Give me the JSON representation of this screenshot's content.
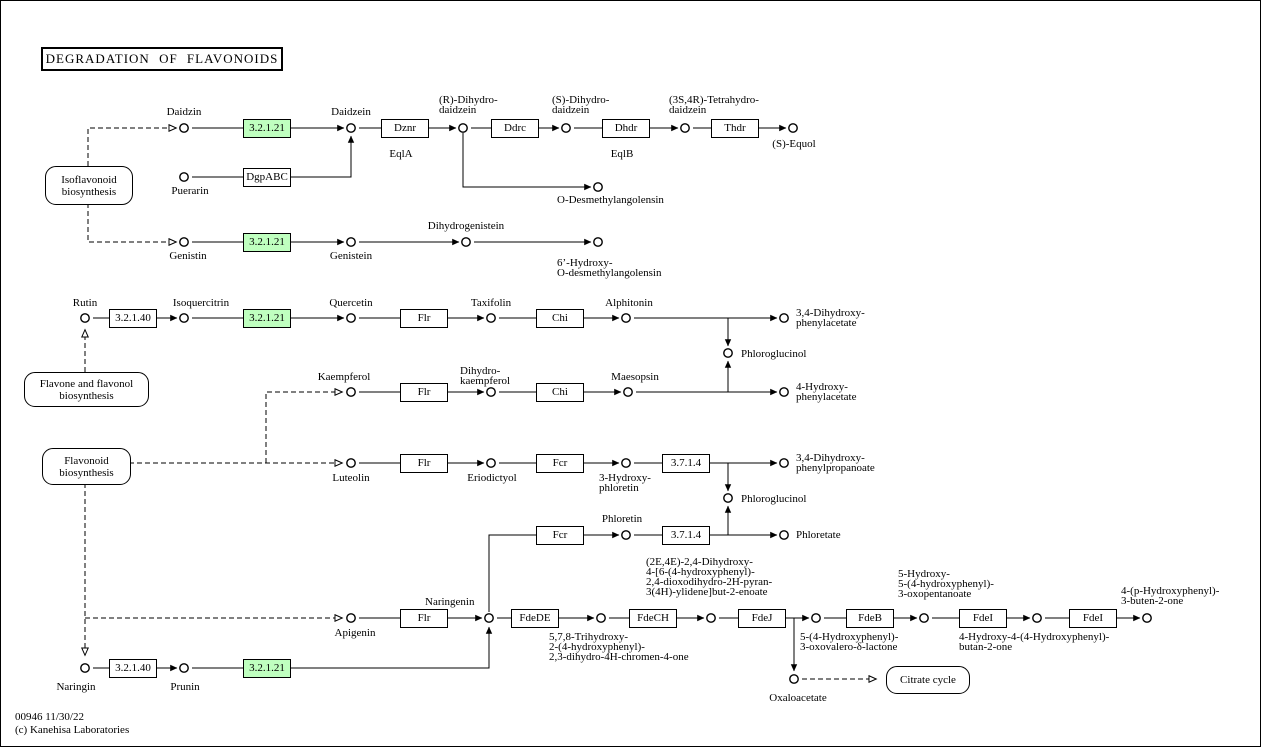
{
  "title": "DEGRADATION OF FLAVONOIDS",
  "footer": {
    "map_id": "00946 11/30/22",
    "copyright": "(c) Kanehisa Laboratories"
  },
  "colors": {
    "enzyme_highlight": "#bfffbf",
    "line": "#000000",
    "background": "#ffffff"
  },
  "pathways": {
    "isoflavonoid": "Isoflavonoid\nbiosynthesis",
    "flavone_flavonol": "Flavone and flavonol\nbiosynthesis",
    "flavonoid": "Flavonoid\nbiosynthesis",
    "citrate_cycle": "Citrate cycle"
  },
  "enzymes": {
    "ec32121": "3.2.1.21",
    "ec32140": "3.2.1.40",
    "dznr": "Dznr",
    "eqla": "EqlA",
    "dgpabc": "DgpABC",
    "ddrc": "Ddrc",
    "dhdr": "Dhdr",
    "eqlb": "EqlB",
    "thdr": "Thdr",
    "flr": "Flr",
    "chi": "Chi",
    "fcr": "Fcr",
    "ec3714": "3.7.1.4",
    "fdede": "FdeDE",
    "fdech": "FdeCH",
    "fdej": "FdeJ",
    "fdeb": "FdeB",
    "fdei": "FdeI"
  },
  "compounds": {
    "daidzin": "Daidzin",
    "daidzein": "Daidzein",
    "r_dihydrodaidzein": "(R)-Dihydro-\ndaidzein",
    "s_dihydrodaidzein": "(S)-Dihydro-\ndaidzein",
    "tetrahydrodaidzein": "(3S,4R)-Tetrahydro-\ndaidzein",
    "s_equol": "(S)-Equol",
    "puerarin": "Puerarin",
    "o_desmethylangolensin": "O-Desmethylangolensin",
    "genistin": "Genistin",
    "genistein": "Genistein",
    "dihydrogenistein": "Dihydrogenistein",
    "hydroxy_o_desmethylangolensin": "6’-Hydroxy-\nO-desmethylangolensin",
    "rutin": "Rutin",
    "isoquercitrin": "Isoquercitrin",
    "quercetin": "Quercetin",
    "taxifolin": "Taxifolin",
    "alphitonin": "Alphitonin",
    "dihydroxyphenylacetate": "3,4-Dihydroxy-\nphenylacetate",
    "phloroglucinol": "Phloroglucinol",
    "kaempferol": "Kaempferol",
    "dihydrokaempferol": "Dihydro-\nkaempferol",
    "maesopsin": "Maesopsin",
    "hydroxyphenylacetate": "4-Hydroxy-\nphenylacetate",
    "luteolin": "Luteolin",
    "eriodictyol": "Eriodictyol",
    "hydroxyphloretin": "3-Hydroxy-\nphloretin",
    "dihydroxyphenylpropanoate": "3,4-Dihydroxy-\nphenylpropanoate",
    "phloretin": "Phloretin",
    "phloretate": "Phloretate",
    "naringenin": "Naringenin",
    "apigenin": "Apigenin",
    "dihydroxy_pyran_enoate": "(2E,4E)-2,4-Dihydroxy-\n4-[6-(4-hydroxyphenyl)-\n2,4-dioxodihydro-2H-pyran-\n3(4H)-ylidene]but-2-enoate",
    "trihydroxy_chromenone": "5,7,8-Trihydroxy-\n2-(4-hydroxyphenyl)-\n2,3-dihydro-4H-chromen-4-one",
    "oxovalero_lactone": "5-(4-Hydroxyphenyl)-\n3-oxovalero-δ-lactone",
    "oxopentanoate": "5-Hydroxy-\n5-(4-hydroxyphenyl)-\n3-oxopentanoate",
    "hydroxy_butanone": "4-Hydroxy-4-(4-Hydroxyphenyl)-\nbutan-2-one",
    "butenone": "4-(p-Hydroxyphenyl)-\n3-buten-2-one",
    "oxaloacetate": "Oxaloacetate",
    "naringin": "Naringin",
    "prunin": "Prunin"
  }
}
